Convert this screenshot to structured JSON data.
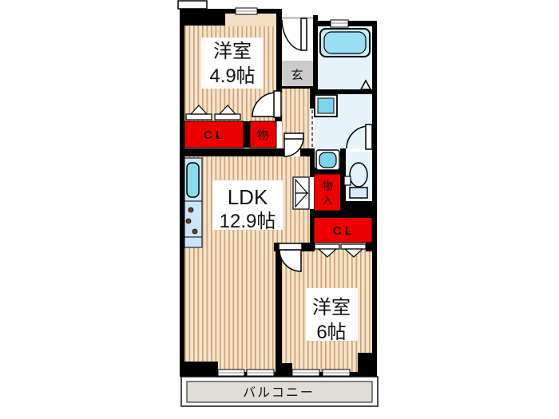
{
  "page": {
    "type": "apartment-floor-plan",
    "background": "#FFFFFF"
  },
  "labels": {
    "bedroom1": {
      "name": "洋室",
      "size": "4.9帖"
    },
    "ldk": {
      "name": "LDK",
      "size": "12.9帖"
    },
    "bedroom2": {
      "name": "洋室",
      "size": "6帖"
    },
    "genkan": "玄",
    "closet_left": "CL",
    "storage_small": "物",
    "storage_in": {
      "full": "物入",
      "char1": "物",
      "char2": "入"
    },
    "closet_right": "CL",
    "balcony": "バルコニー"
  },
  "fixtures": [
    "bathtub",
    "washing-machine-pan",
    "vanity-sink",
    "toilet",
    "kitchen-sink",
    "stove-burners",
    "entrance-door",
    "interior-doors",
    "folding-closet-doors",
    "sliding-windows"
  ],
  "colors": {
    "wall": "#000000",
    "wood_floor_bg": "#F6E4C8",
    "wood_floor_stripe": "#CDA17B",
    "plain_floor": "#F2DEC2",
    "closet_red": "#EE0000",
    "genkan_gray": "#CBCBCB",
    "balcony_gray": "#E0DDD6",
    "wet_room_floor": "#E6F3FB",
    "fixture_cyan": "#8FD9EE",
    "bathtub_inner": "#9ADFF2",
    "bathtub_outer": "#C6EAF6",
    "kitchen_counter": "#CAE7FA",
    "burner_dot": "#7C3A20"
  }
}
